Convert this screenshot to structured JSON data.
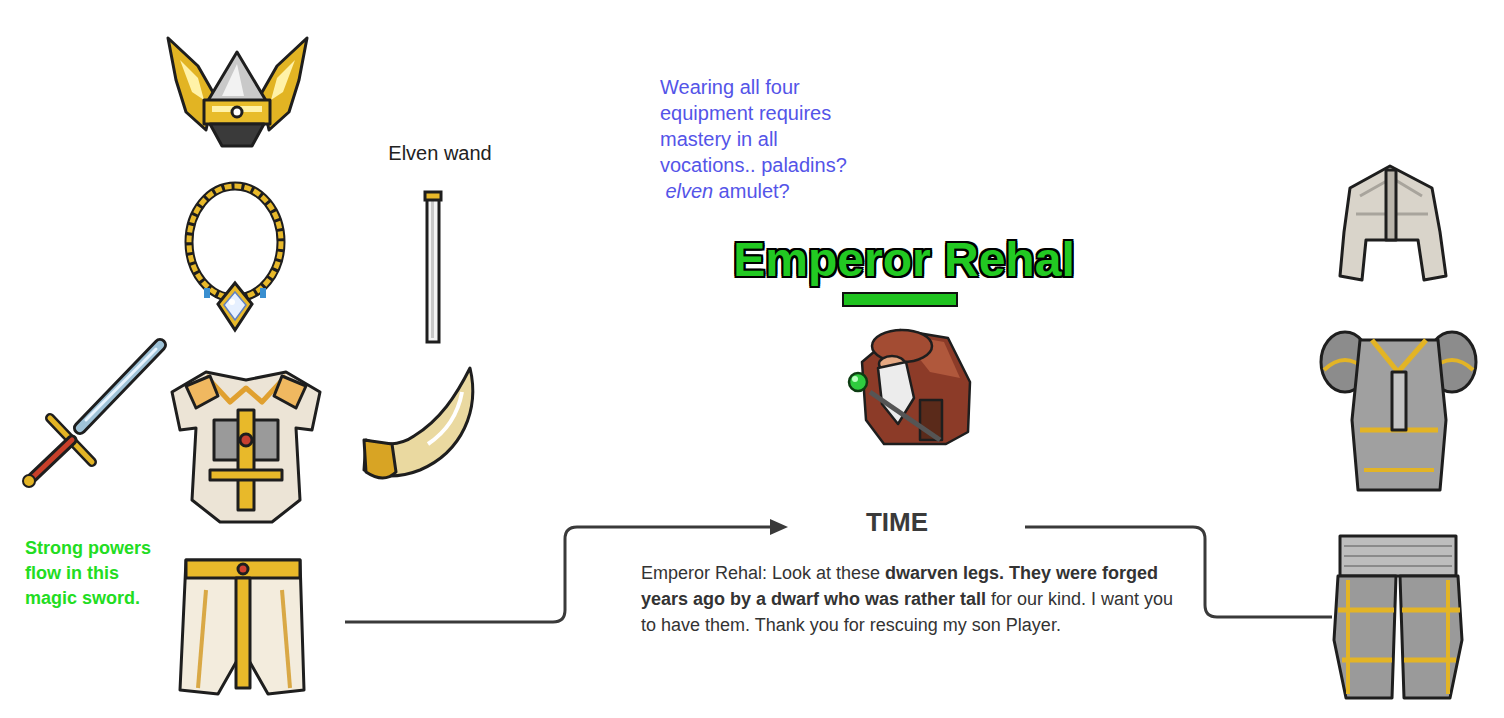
{
  "diagram": {
    "labels": [
      "Elven wand",
      "Wearing all four equipment requires mastery in all vocations.. paladins?",
      "elven",
      "amulet?",
      "Emperor Rehal",
      "TIME",
      "Emperor Rehal: Look at these",
      "dwarven legs.",
      "They were forged years ago by a dwarf who was rather tall",
      "for our kind. I want you to have them. Thank you for rescuing my son Player.",
      "Strong powers flow in this magic sword."
    ]
  }
}
